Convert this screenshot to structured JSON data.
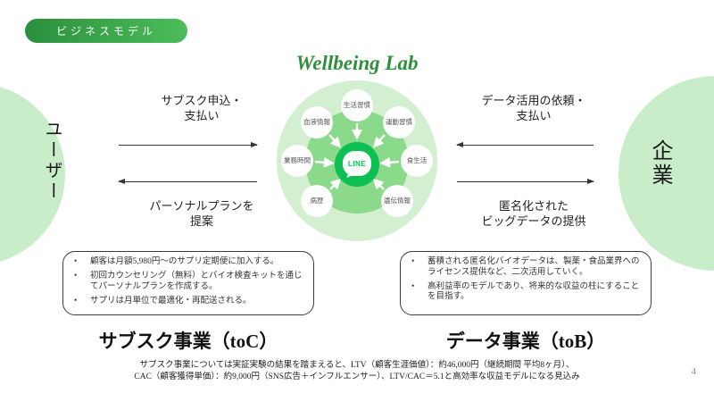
{
  "badge": {
    "label": "ビジネスモデル"
  },
  "title": "Wellbeing Lab",
  "page_number": "4",
  "actors": {
    "user": "ユーザー",
    "company": "企業"
  },
  "diagram": {
    "center_logo": "LINE",
    "bubbles": [
      "生活習慣",
      "血液情報",
      "運動習慣",
      "業務時間",
      "食生活",
      "病歴",
      "遺伝情報"
    ]
  },
  "flows": {
    "user_to_platform": "サブスク申込・\n支払い",
    "platform_to_user": "パーソナルプランを\n提案",
    "company_to_platform": "データ活用の依頼・\n支払い",
    "platform_to_company": "匿名化された\nビッグデータの提供"
  },
  "boxes": {
    "toc": {
      "items": [
        "顧客は月額5,980円～のサプリ定期便に加入する。",
        "初回カウンセリング（無料）とバイオ検査キットを通じてパーソナルプランを作成する。",
        "サプリは月単位で最適化・再配送される。"
      ]
    },
    "tob": {
      "items": [
        "蓄積される匿名化バイオデータは、製薬・食品業界へのライセンス提供など、二次活用していく。",
        "高利益率のモデルであり、将来的な収益の柱にすることを目指す。"
      ]
    }
  },
  "headings": {
    "toc": "サブスク事業（toC）",
    "tob": "データ事業（toB）"
  },
  "footer": "サブスク事業については実証実験の結果を踏まえると、LTV（顧客生涯価値）：約46,000円（継続期間 平均8ヶ月）、\nCAC（顧客獲得単価）：約9,000円（SNS広告＋インフルエンサー）、LTV/CAC＝5.1と高効率な収益モデルになる見込み",
  "colors": {
    "accent_green": "#2f8f3a",
    "badge_gradient_start": "#2a8f3e",
    "badge_gradient_end": "#4cbd5a",
    "line_green": "#0bbf53",
    "actor_circle_green": "#c9ecc9",
    "diagram_outer_green": "#d2efd0",
    "diagram_middle_green": "#8bd98b"
  }
}
